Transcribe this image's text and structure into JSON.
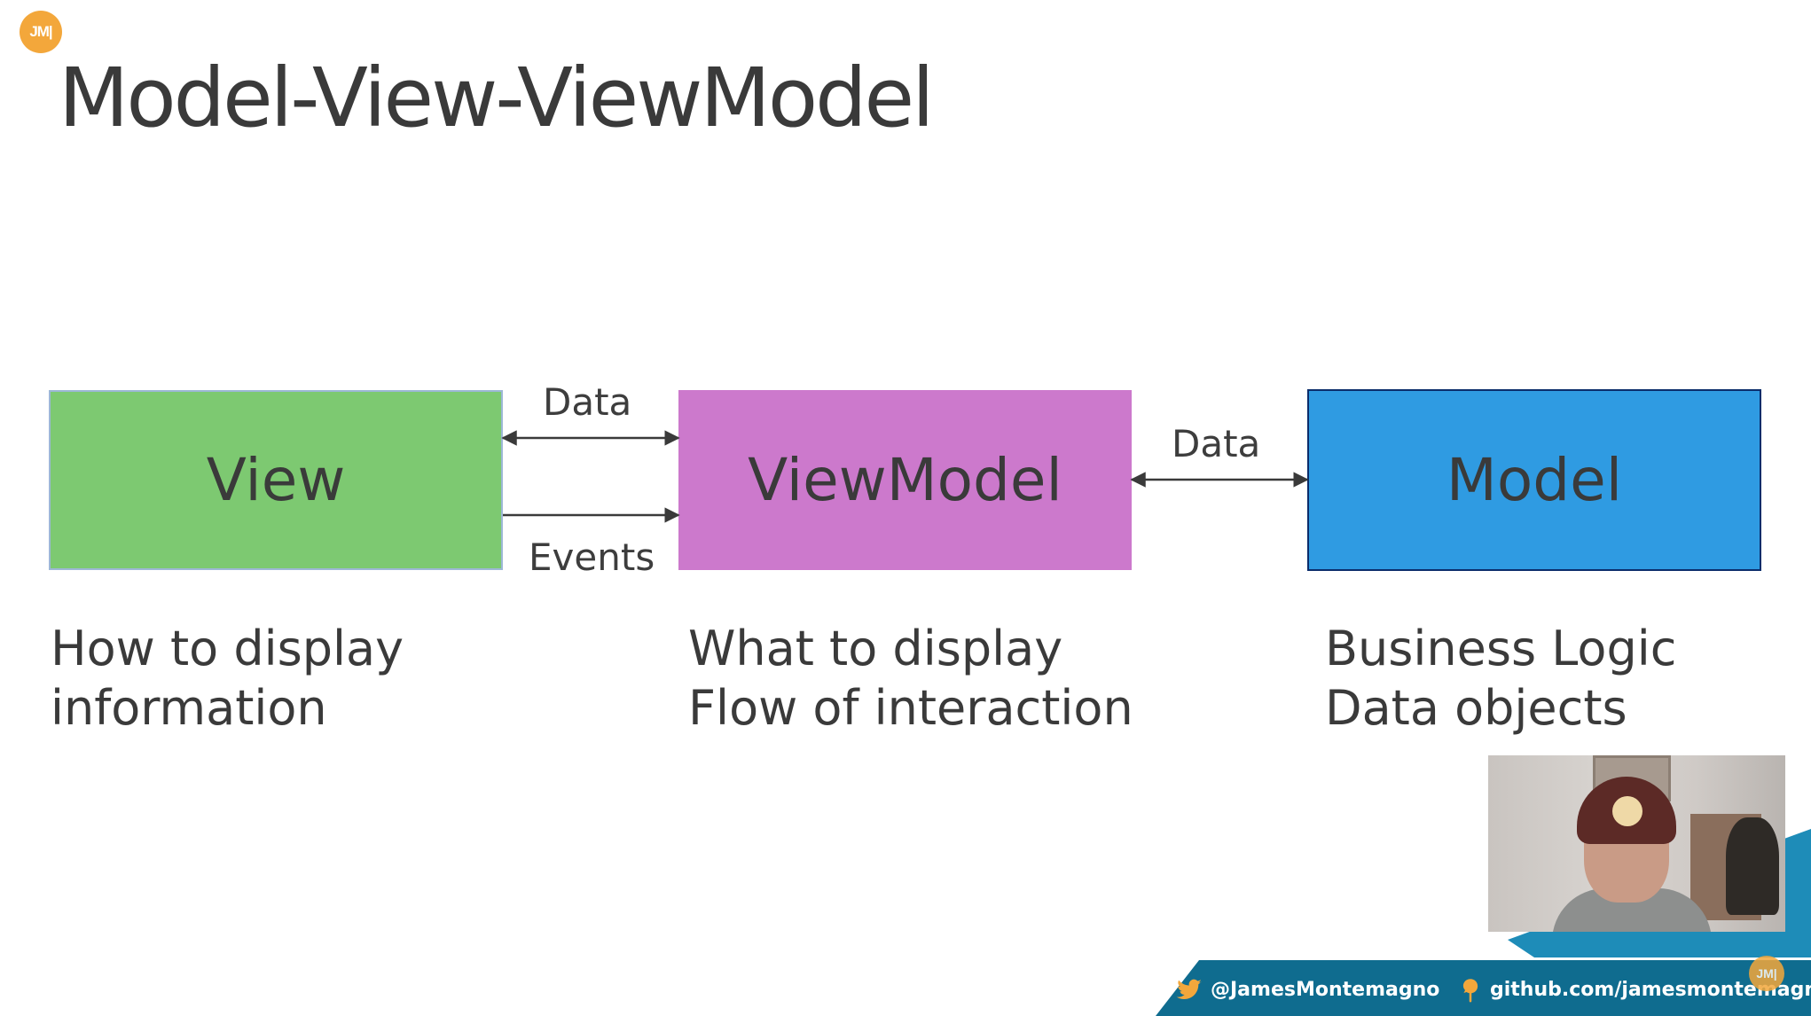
{
  "brand": {
    "badge_text": "JM|",
    "accent_color": "#f3a73b"
  },
  "slide": {
    "title": "Model-View-ViewModel",
    "boxes": {
      "view": {
        "label": "View",
        "color": "#7dc971"
      },
      "viewmodel": {
        "label": "ViewModel",
        "color": "#cc79cc"
      },
      "model": {
        "label": "Model",
        "color": "#2f9be2"
      }
    },
    "connectors": {
      "view_viewmodel_data": "Data",
      "view_viewmodel_events": "Events",
      "viewmodel_model_data": "Data"
    },
    "descriptions": {
      "view": [
        "How to display",
        "information"
      ],
      "viewmodel": [
        "What to display",
        "Flow of interaction"
      ],
      "model": [
        "Business Logic",
        "Data objects"
      ]
    }
  },
  "footer": {
    "twitter": "@JamesMontemagno",
    "github": "github.com/jamesmontemagno",
    "twitter_icon": "twitter-icon",
    "github_icon": "github-icon",
    "bar_color": "#0f6c8f",
    "corner_badge_text": "JM|"
  },
  "webcam": {
    "present": true
  }
}
